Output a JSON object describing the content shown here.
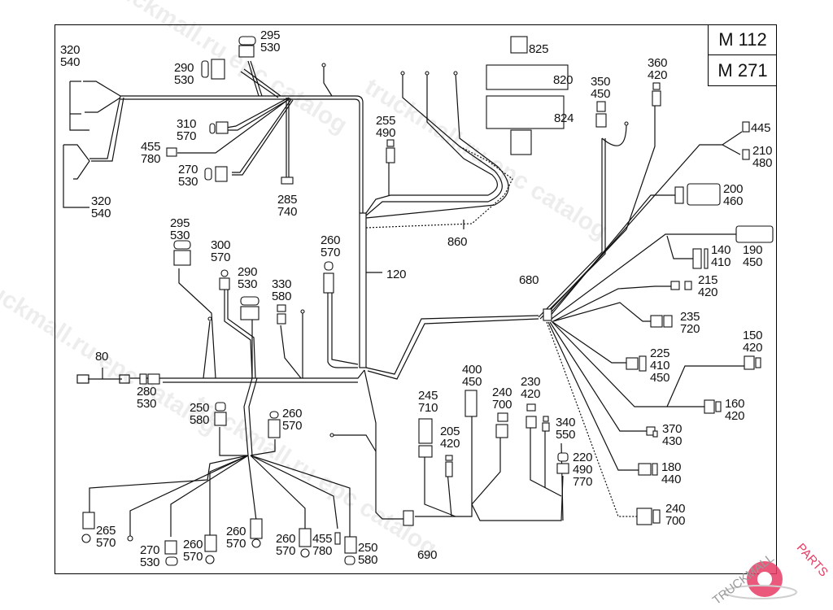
{
  "diagram": {
    "title": "Engine wiring harness parts diagram",
    "engine_codes": [
      "M 112",
      "M 271"
    ],
    "labels": [
      {
        "id": "l-320-540-top",
        "lines": [
          "320",
          "540"
        ]
      },
      {
        "id": "l-320-540-bot",
        "lines": [
          "320",
          "540"
        ]
      },
      {
        "id": "l-295-530-top",
        "lines": [
          "295",
          "530"
        ]
      },
      {
        "id": "l-290-530-top",
        "lines": [
          "290",
          "530"
        ]
      },
      {
        "id": "l-310-570",
        "lines": [
          "310",
          "570"
        ]
      },
      {
        "id": "l-455-780-top",
        "lines": [
          "455",
          "780"
        ]
      },
      {
        "id": "l-270-530-top",
        "lines": [
          "270",
          "530"
        ]
      },
      {
        "id": "l-285-740",
        "lines": [
          "285",
          "740"
        ]
      },
      {
        "id": "l-825",
        "lines": [
          "825"
        ]
      },
      {
        "id": "l-820",
        "lines": [
          "820"
        ]
      },
      {
        "id": "l-824",
        "lines": [
          "824"
        ]
      },
      {
        "id": "l-255-490",
        "lines": [
          "255",
          "490"
        ]
      },
      {
        "id": "l-860",
        "lines": [
          "860"
        ]
      },
      {
        "id": "l-350-450",
        "lines": [
          "350",
          "450"
        ]
      },
      {
        "id": "l-360-420",
        "lines": [
          "360",
          "420"
        ]
      },
      {
        "id": "l-445",
        "lines": [
          "445"
        ]
      },
      {
        "id": "l-210-480",
        "lines": [
          "210",
          "480"
        ]
      },
      {
        "id": "l-200-460",
        "lines": [
          "200",
          "460"
        ]
      },
      {
        "id": "l-190-450",
        "lines": [
          "190",
          "450"
        ]
      },
      {
        "id": "l-140-410",
        "lines": [
          "140",
          "410"
        ]
      },
      {
        "id": "l-295-530-mid",
        "lines": [
          "295",
          "530"
        ]
      },
      {
        "id": "l-300-570",
        "lines": [
          "300",
          "570"
        ]
      },
      {
        "id": "l-290-530-mid",
        "lines": [
          "290",
          "530"
        ]
      },
      {
        "id": "l-330-580",
        "lines": [
          "330",
          "580"
        ]
      },
      {
        "id": "l-260-570-mid",
        "lines": [
          "260",
          "570"
        ]
      },
      {
        "id": "l-120",
        "lines": [
          "120"
        ]
      },
      {
        "id": "l-680",
        "lines": [
          "680"
        ]
      },
      {
        "id": "l-215-420",
        "lines": [
          "215",
          "420"
        ]
      },
      {
        "id": "l-235-720",
        "lines": [
          "235",
          "720"
        ]
      },
      {
        "id": "l-150-420",
        "lines": [
          "150",
          "420"
        ]
      },
      {
        "id": "l-225-410-450",
        "lines": [
          "225",
          "410",
          "450"
        ]
      },
      {
        "id": "l-160-420",
        "lines": [
          "160",
          "420"
        ]
      },
      {
        "id": "l-370-430",
        "lines": [
          "370",
          "430"
        ]
      },
      {
        "id": "l-180-440",
        "lines": [
          "180",
          "440"
        ]
      },
      {
        "id": "l-240-700-bot",
        "lines": [
          "240",
          "700"
        ]
      },
      {
        "id": "l-80",
        "lines": [
          "80"
        ]
      },
      {
        "id": "l-280-530",
        "lines": [
          "280",
          "530"
        ]
      },
      {
        "id": "l-250-580-mid",
        "lines": [
          "250",
          "580"
        ]
      },
      {
        "id": "l-260-570-lowmid",
        "lines": [
          "260",
          "570"
        ]
      },
      {
        "id": "l-245-710",
        "lines": [
          "245",
          "710"
        ]
      },
      {
        "id": "l-400-450",
        "lines": [
          "400",
          "450"
        ]
      },
      {
        "id": "l-205-420",
        "lines": [
          "205",
          "420"
        ]
      },
      {
        "id": "l-240-700-mid",
        "lines": [
          "240",
          "700"
        ]
      },
      {
        "id": "l-230-420",
        "lines": [
          "230",
          "420"
        ]
      },
      {
        "id": "l-340-550",
        "lines": [
          "340",
          "550"
        ]
      },
      {
        "id": "l-220-490-770",
        "lines": [
          "220",
          "490",
          "770"
        ]
      },
      {
        "id": "l-690",
        "lines": [
          "690"
        ]
      },
      {
        "id": "l-265-570",
        "lines": [
          "265",
          "570"
        ]
      },
      {
        "id": "l-270-530-bot",
        "lines": [
          "270",
          "530"
        ]
      },
      {
        "id": "l-260-570-b1",
        "lines": [
          "260",
          "570"
        ]
      },
      {
        "id": "l-260-570-b2",
        "lines": [
          "260",
          "570"
        ]
      },
      {
        "id": "l-260-570-b3",
        "lines": [
          "260",
          "570"
        ]
      },
      {
        "id": "l-455-780-bot",
        "lines": [
          "455",
          "780"
        ]
      },
      {
        "id": "l-250-580-bot",
        "lines": [
          "250",
          "580"
        ]
      }
    ]
  },
  "watermarks": [
    "truckmall.ru epc catalog",
    "truckmall.ru epc catalog",
    "truckmall.ru epc catalog",
    "truckmall.ru epc catalog"
  ],
  "logo": {
    "text_a": "TRUCKMALL",
    "text_b": "PARTS",
    "color_a": "#9a9a9a",
    "color_b": "#e63c64"
  }
}
